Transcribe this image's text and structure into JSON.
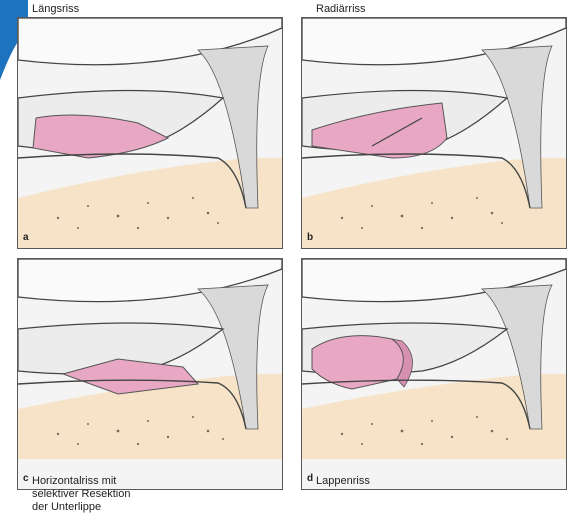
{
  "panels": [
    {
      "letter": "a",
      "title": "Längsriss",
      "caption": ""
    },
    {
      "letter": "b",
      "title": "Radiärriss",
      "caption": ""
    },
    {
      "letter": "c",
      "title": "",
      "caption_lines": [
        "Horizontalriss mit",
        "selektiver Resektion",
        "der Unterlippe"
      ]
    },
    {
      "letter": "d",
      "title": "",
      "caption": "Lappenriss"
    }
  ],
  "colors": {
    "tear": "#e8a8c4",
    "bone": "#f7e4c8",
    "accent": "#1e73be"
  }
}
